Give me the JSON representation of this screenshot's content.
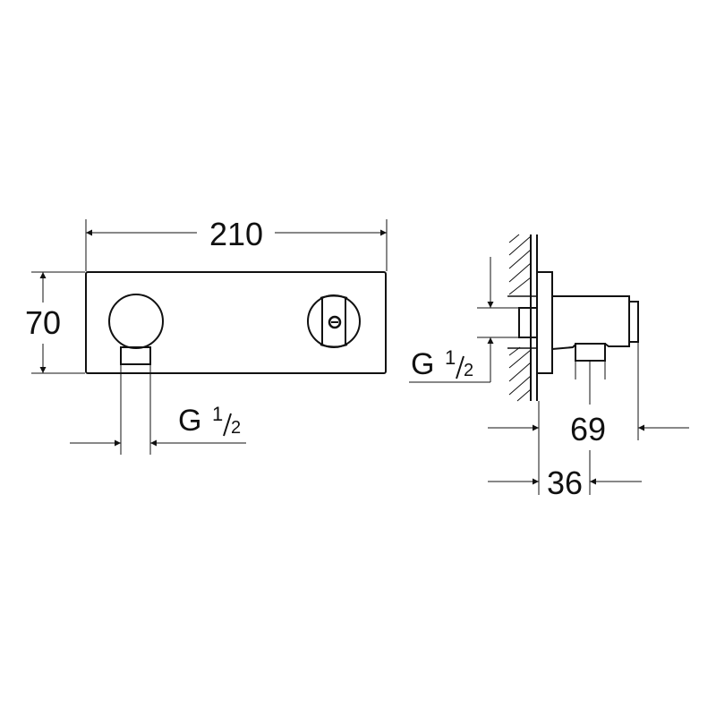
{
  "drawing": {
    "type": "technical-dimension-drawing",
    "front_view": {
      "width_label": "210",
      "height_label": "70",
      "thread_label": {
        "prefix": "G",
        "numerator": "1",
        "denominator": "2"
      }
    },
    "side_view": {
      "thread_label": {
        "prefix": "G",
        "numerator": "1",
        "denominator": "2"
      },
      "depth_total_label": "69",
      "depth_outlet_label": "36"
    },
    "colors": {
      "line": "#111111",
      "background": "#ffffff"
    }
  }
}
